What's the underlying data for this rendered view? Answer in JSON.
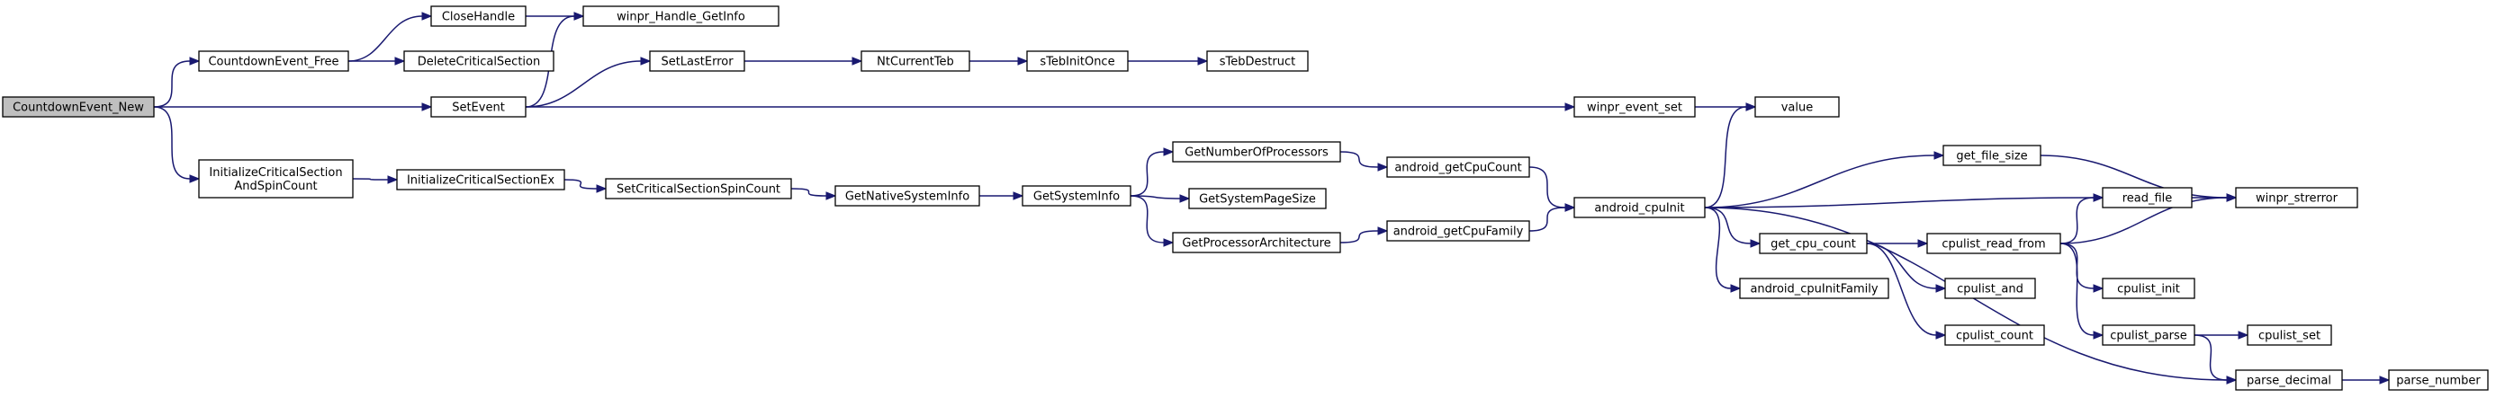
{
  "diagram": {
    "nodes": [
      {
        "id": "root",
        "lines": [
          "CountdownEvent_New"
        ]
      },
      {
        "id": "ce_free",
        "lines": [
          "CountdownEvent_Free"
        ]
      },
      {
        "id": "close_handle",
        "lines": [
          "CloseHandle"
        ]
      },
      {
        "id": "handle_getinfo",
        "lines": [
          "winpr_Handle_GetInfo"
        ]
      },
      {
        "id": "delete_cs",
        "lines": [
          "DeleteCriticalSection"
        ]
      },
      {
        "id": "set_event",
        "lines": [
          "SetEvent"
        ]
      },
      {
        "id": "set_last_error",
        "lines": [
          "SetLastError"
        ]
      },
      {
        "id": "nt_current_teb",
        "lines": [
          "NtCurrentTeb"
        ]
      },
      {
        "id": "steb_init_once",
        "lines": [
          "sTebInitOnce"
        ]
      },
      {
        "id": "steb_destruct",
        "lines": [
          "sTebDestruct"
        ]
      },
      {
        "id": "winpr_event_set",
        "lines": [
          "winpr_event_set"
        ]
      },
      {
        "id": "value",
        "lines": [
          "value"
        ]
      },
      {
        "id": "init_cs_spin",
        "lines": [
          "InitializeCriticalSection",
          "AndSpinCount"
        ]
      },
      {
        "id": "init_cs_ex",
        "lines": [
          "InitializeCriticalSectionEx"
        ]
      },
      {
        "id": "set_cs_spin",
        "lines": [
          "SetCriticalSectionSpinCount"
        ]
      },
      {
        "id": "get_native_sysinfo",
        "lines": [
          "GetNativeSystemInfo"
        ]
      },
      {
        "id": "get_sysinfo",
        "lines": [
          "GetSystemInfo"
        ]
      },
      {
        "id": "get_num_proc",
        "lines": [
          "GetNumberOfProcessors"
        ]
      },
      {
        "id": "get_sys_page",
        "lines": [
          "GetSystemPageSize"
        ]
      },
      {
        "id": "get_proc_arch",
        "lines": [
          "GetProcessorArchitecture"
        ]
      },
      {
        "id": "android_get_cpucount",
        "lines": [
          "android_getCpuCount"
        ]
      },
      {
        "id": "android_get_cpufamily",
        "lines": [
          "android_getCpuFamily"
        ]
      },
      {
        "id": "android_cpuinit",
        "lines": [
          "android_cpuInit"
        ]
      },
      {
        "id": "get_file_size",
        "lines": [
          "get_file_size"
        ]
      },
      {
        "id": "read_file",
        "lines": [
          "read_file"
        ]
      },
      {
        "id": "winpr_strerror",
        "lines": [
          "winpr_strerror"
        ]
      },
      {
        "id": "get_cpu_count",
        "lines": [
          "get_cpu_count"
        ]
      },
      {
        "id": "cpulist_read_from",
        "lines": [
          "cpulist_read_from"
        ]
      },
      {
        "id": "android_cpuinitfamily",
        "lines": [
          "android_cpuInitFamily"
        ]
      },
      {
        "id": "cpulist_and",
        "lines": [
          "cpulist_and"
        ]
      },
      {
        "id": "cpulist_init",
        "lines": [
          "cpulist_init"
        ]
      },
      {
        "id": "cpulist_count",
        "lines": [
          "cpulist_count"
        ]
      },
      {
        "id": "cpulist_parse",
        "lines": [
          "cpulist_parse"
        ]
      },
      {
        "id": "cpulist_set",
        "lines": [
          "cpulist_set"
        ]
      },
      {
        "id": "parse_decimal",
        "lines": [
          "parse_decimal"
        ]
      },
      {
        "id": "parse_number",
        "lines": [
          "parse_number"
        ]
      }
    ],
    "edges": [
      [
        "root",
        "ce_free"
      ],
      [
        "root",
        "set_event"
      ],
      [
        "root",
        "init_cs_spin"
      ],
      [
        "ce_free",
        "close_handle"
      ],
      [
        "ce_free",
        "delete_cs"
      ],
      [
        "close_handle",
        "handle_getinfo"
      ],
      [
        "set_event",
        "handle_getinfo"
      ],
      [
        "set_event",
        "set_last_error"
      ],
      [
        "set_event",
        "winpr_event_set"
      ],
      [
        "set_last_error",
        "nt_current_teb"
      ],
      [
        "nt_current_teb",
        "steb_init_once"
      ],
      [
        "steb_init_once",
        "steb_destruct"
      ],
      [
        "winpr_event_set",
        "value"
      ],
      [
        "init_cs_spin",
        "init_cs_ex"
      ],
      [
        "init_cs_ex",
        "set_cs_spin"
      ],
      [
        "set_cs_spin",
        "get_native_sysinfo"
      ],
      [
        "get_native_sysinfo",
        "get_sysinfo"
      ],
      [
        "get_sysinfo",
        "get_num_proc"
      ],
      [
        "get_sysinfo",
        "get_sys_page"
      ],
      [
        "get_sysinfo",
        "get_proc_arch"
      ],
      [
        "get_num_proc",
        "android_get_cpucount"
      ],
      [
        "get_proc_arch",
        "android_get_cpufamily"
      ],
      [
        "android_get_cpucount",
        "android_cpuinit"
      ],
      [
        "android_get_cpufamily",
        "android_cpuinit"
      ],
      [
        "android_cpuinit",
        "value"
      ],
      [
        "android_cpuinit",
        "get_file_size"
      ],
      [
        "android_cpuinit",
        "read_file"
      ],
      [
        "android_cpuinit",
        "get_cpu_count"
      ],
      [
        "android_cpuinit",
        "android_cpuinitfamily"
      ],
      [
        "android_cpuinit",
        "parse_decimal"
      ],
      [
        "get_file_size",
        "winpr_strerror"
      ],
      [
        "read_file",
        "winpr_strerror"
      ],
      [
        "get_cpu_count",
        "cpulist_read_from"
      ],
      [
        "get_cpu_count",
        "cpulist_and"
      ],
      [
        "get_cpu_count",
        "cpulist_count"
      ],
      [
        "cpulist_read_from",
        "read_file"
      ],
      [
        "cpulist_read_from",
        "winpr_strerror"
      ],
      [
        "cpulist_read_from",
        "cpulist_init"
      ],
      [
        "cpulist_read_from",
        "cpulist_parse"
      ],
      [
        "cpulist_parse",
        "cpulist_set"
      ],
      [
        "cpulist_parse",
        "parse_decimal"
      ],
      [
        "parse_decimal",
        "parse_number"
      ]
    ]
  }
}
